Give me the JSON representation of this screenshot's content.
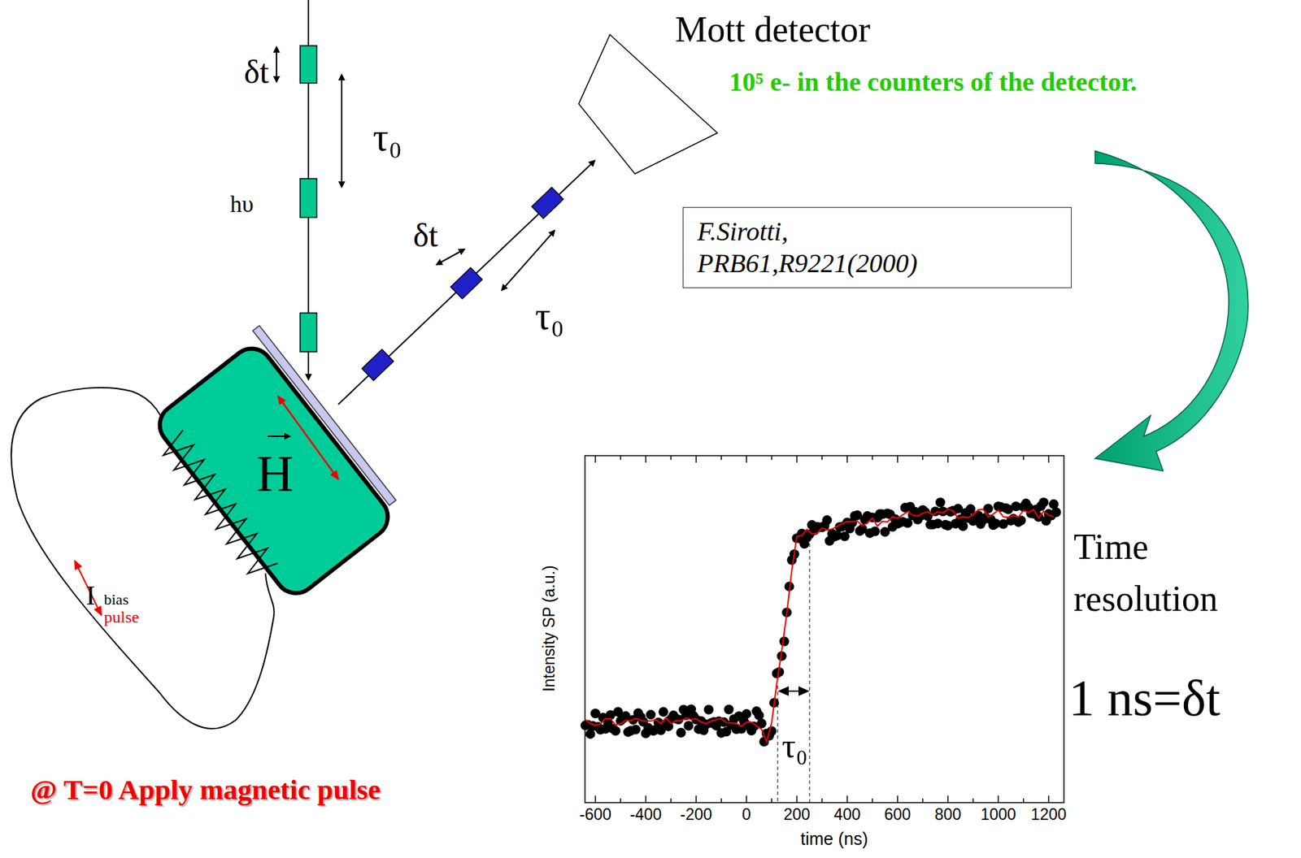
{
  "diagram": {
    "nodes": [
      {
        "text": [
          "H"
        ]
      },
      {
        "text": [
          "F.Sirotti,",
          "PRB61,R9221(2000)"
        ]
      }
    ],
    "labels": [
      "δt",
      "τ₀",
      "hυ",
      "δt",
      "τ₀",
      "Mott detector",
      "10⁵ e- in the counters of the detector.",
      "I",
      "bias",
      "pulse",
      "@ T=0 Apply magnetic pulse",
      "Time resolution",
      "1 ns=δt",
      "Intensity SP (a.u.)",
      "time (ns)",
      "-600",
      "-400",
      "-200",
      "0",
      "200",
      "400",
      "600",
      "800",
      "1000",
      "1200",
      "τ₀"
    ]
  }
}
